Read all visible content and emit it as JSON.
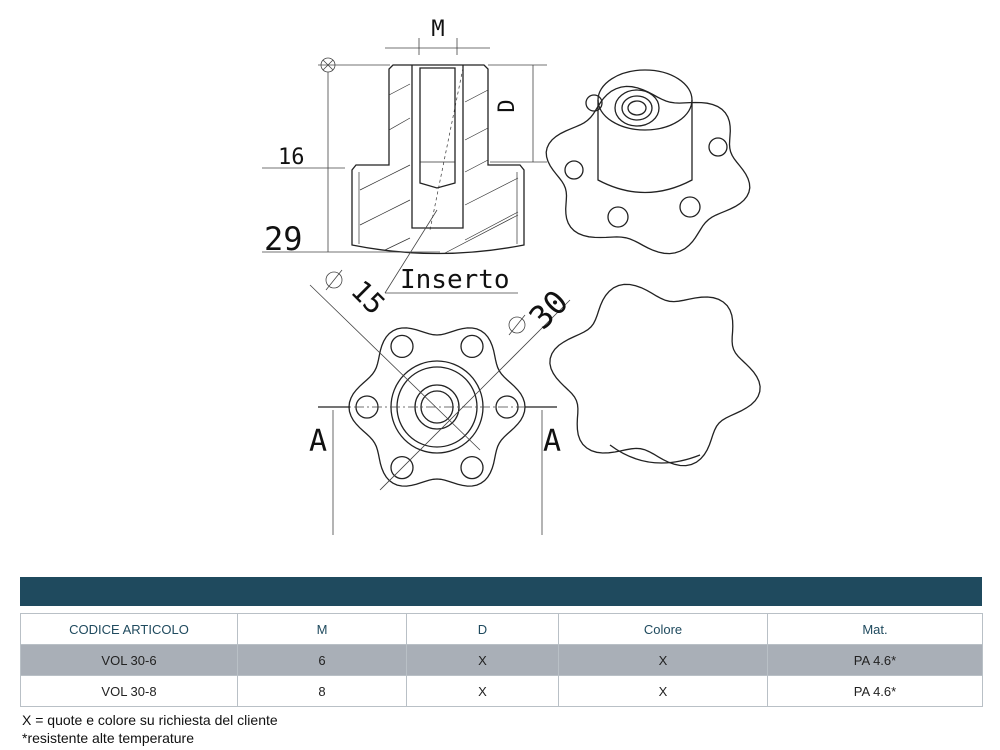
{
  "drawing": {
    "labels": {
      "M": "M",
      "D": "D",
      "dim16": "16",
      "dim29": "29",
      "insert": "Inserto",
      "dia15": "15",
      "dia30": "30",
      "sectionA_left": "A",
      "sectionA_right": "A"
    }
  },
  "table": {
    "header_color": "#1f4a5e",
    "columns": [
      "CODICE ARTICOLO",
      "M",
      "D",
      "Colore",
      "Mat."
    ],
    "rows": [
      [
        "VOL 30-6",
        "6",
        "X",
        "X",
        "PA 4.6*"
      ],
      [
        "VOL 30-8",
        "8",
        "X",
        "X",
        "PA 4.6*"
      ]
    ]
  },
  "notes": [
    "X = quote e colore su richiesta del cliente",
    "*resistente alte temperature"
  ]
}
